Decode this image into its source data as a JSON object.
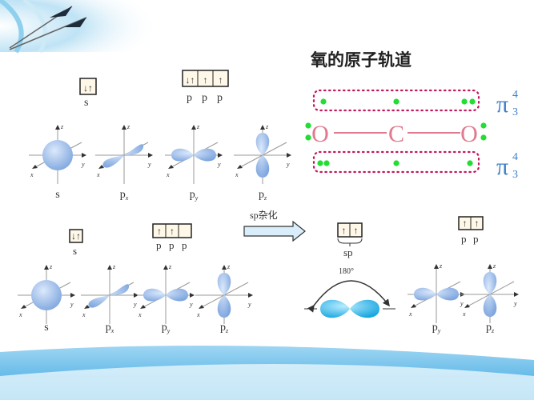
{
  "title": "氧的原子轨道",
  "colors": {
    "orbital": "#8fb4e6",
    "sp_orbital": "#3bb6e8",
    "bond": "#e07a8e",
    "dots_box": "#c2185b",
    "electron": "#22dd33",
    "pi": "#3d7fc9",
    "band": "#5bb8e8"
  },
  "row1": {
    "s_box": {
      "arrows": "↓↑",
      "label": "s"
    },
    "p_box": {
      "arrows": [
        "↓↑",
        "↑",
        "↑"
      ],
      "labels": [
        "p",
        "p",
        "p"
      ]
    },
    "orbitals": [
      {
        "label": "s",
        "sub": ""
      },
      {
        "label": "p",
        "sub": "x"
      },
      {
        "label": "p",
        "sub": "y"
      },
      {
        "label": "p",
        "sub": "z"
      }
    ]
  },
  "row2": {
    "s_box": {
      "arrows": "↓↑",
      "label": "s"
    },
    "p_box": {
      "arrows": [
        "↑",
        "↑",
        ""
      ],
      "labels": [
        "p",
        "p",
        "p"
      ]
    },
    "orbitals": [
      {
        "label": "s",
        "sub": ""
      },
      {
        "label": "p",
        "sub": "x"
      },
      {
        "label": "p",
        "sub": "y"
      },
      {
        "label": "p",
        "sub": "z"
      }
    ]
  },
  "hybrid": {
    "arrow_label": "sp杂化",
    "sp_box": {
      "arrows": [
        "↑",
        "↑"
      ],
      "label": "sp"
    },
    "angle": "180°",
    "pp_box": {
      "arrows": [
        "↑",
        "↑"
      ],
      "labels": [
        "p",
        "p"
      ]
    },
    "orbitals": [
      {
        "label": "p",
        "sub": "y"
      },
      {
        "label": "p",
        "sub": "z"
      }
    ]
  },
  "axes": {
    "x": "x",
    "y": "y",
    "z": "z"
  },
  "co2": {
    "atoms": [
      "O",
      "C",
      "O"
    ],
    "pi_bonds": [
      {
        "symbol": "π",
        "sup": "4",
        "sub": "3"
      },
      {
        "symbol": "π",
        "sup": "4",
        "sub": "3"
      }
    ]
  }
}
